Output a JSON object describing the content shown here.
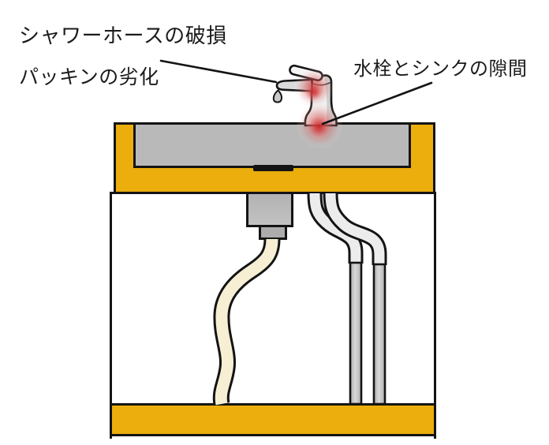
{
  "annotations": {
    "shower_hose_damage": "シャワーホースの破損",
    "packing_deterioration": "パッキンの劣化",
    "faucet_sink_gap": "水栓とシンクの隙間"
  },
  "colors": {
    "background": "#FFFFFF",
    "outline": "#141414",
    "cabinet_yellow": "#EBAE0D",
    "sink_gray": "#B9B9B9",
    "trap_gray": "#B6B6B6",
    "drain_hose_cream": "#F6EFD4",
    "supply_hose_white": "#ECECEC",
    "pipe_gray": "#C6C6C6",
    "leak_red": "#CD2222"
  },
  "leak_markers": [
    {
      "name": "spout-joint-glow",
      "points_to": "faucet spout / hose joint"
    },
    {
      "name": "faucet-base-glow",
      "points_to": "gap between faucet base and sink top"
    }
  ]
}
